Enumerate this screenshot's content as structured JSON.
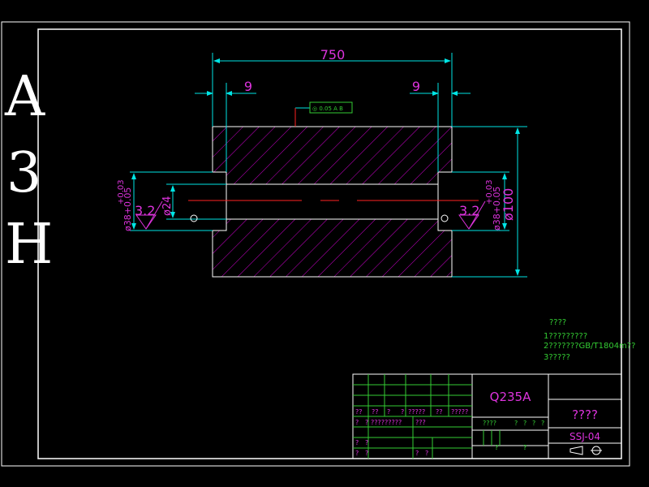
{
  "sheet": {
    "size_letters": [
      "A",
      "3",
      "H"
    ]
  },
  "drawing": {
    "dim_length": "750",
    "dim_left_groove": "9",
    "dim_right_groove": "9",
    "dim_outer_dia": "ø100",
    "dim_bore_dia": "ø24",
    "dim_left_recess": "ø38+0.05",
    "dim_left_recess_tol": "+0.03",
    "dim_right_recess": "ø38+0.05",
    "dim_right_recess_tol": "+0.03",
    "roughness_left": "3.2",
    "roughness_right": "3.2",
    "tolerance_frame": "◎ 0.05 A B"
  },
  "notes": {
    "title": "????",
    "line1": "1?????????",
    "line2": "2???????GB/T1804m??",
    "line3": "3?????"
  },
  "title_block": {
    "material": "Q235A",
    "part_name": "????",
    "drawing_no": "SSJ-04",
    "row_labels_a": [
      "??",
      "??",
      "?",
      "?",
      "?????",
      "??",
      "?????"
    ],
    "row_labels_b": [
      "?",
      "?",
      "?????????",
      "???"
    ],
    "row_labels_c": [
      "?",
      "?"
    ],
    "row_labels_d": [
      "?",
      "?",
      "?",
      "?"
    ],
    "mid_labels": [
      "????",
      "?",
      "?",
      "?",
      "?"
    ],
    "bottom_marks": [
      "?",
      "?",
      "?",
      "?"
    ]
  },
  "colors": {
    "frame": "#ffffff",
    "dimension": "#00e5e5",
    "hatch": "#cc00cc",
    "magenta_text": "#dd33dd",
    "center_line": "#ff2222",
    "green_text": "#33cc33",
    "outline": "#ffffff"
  }
}
